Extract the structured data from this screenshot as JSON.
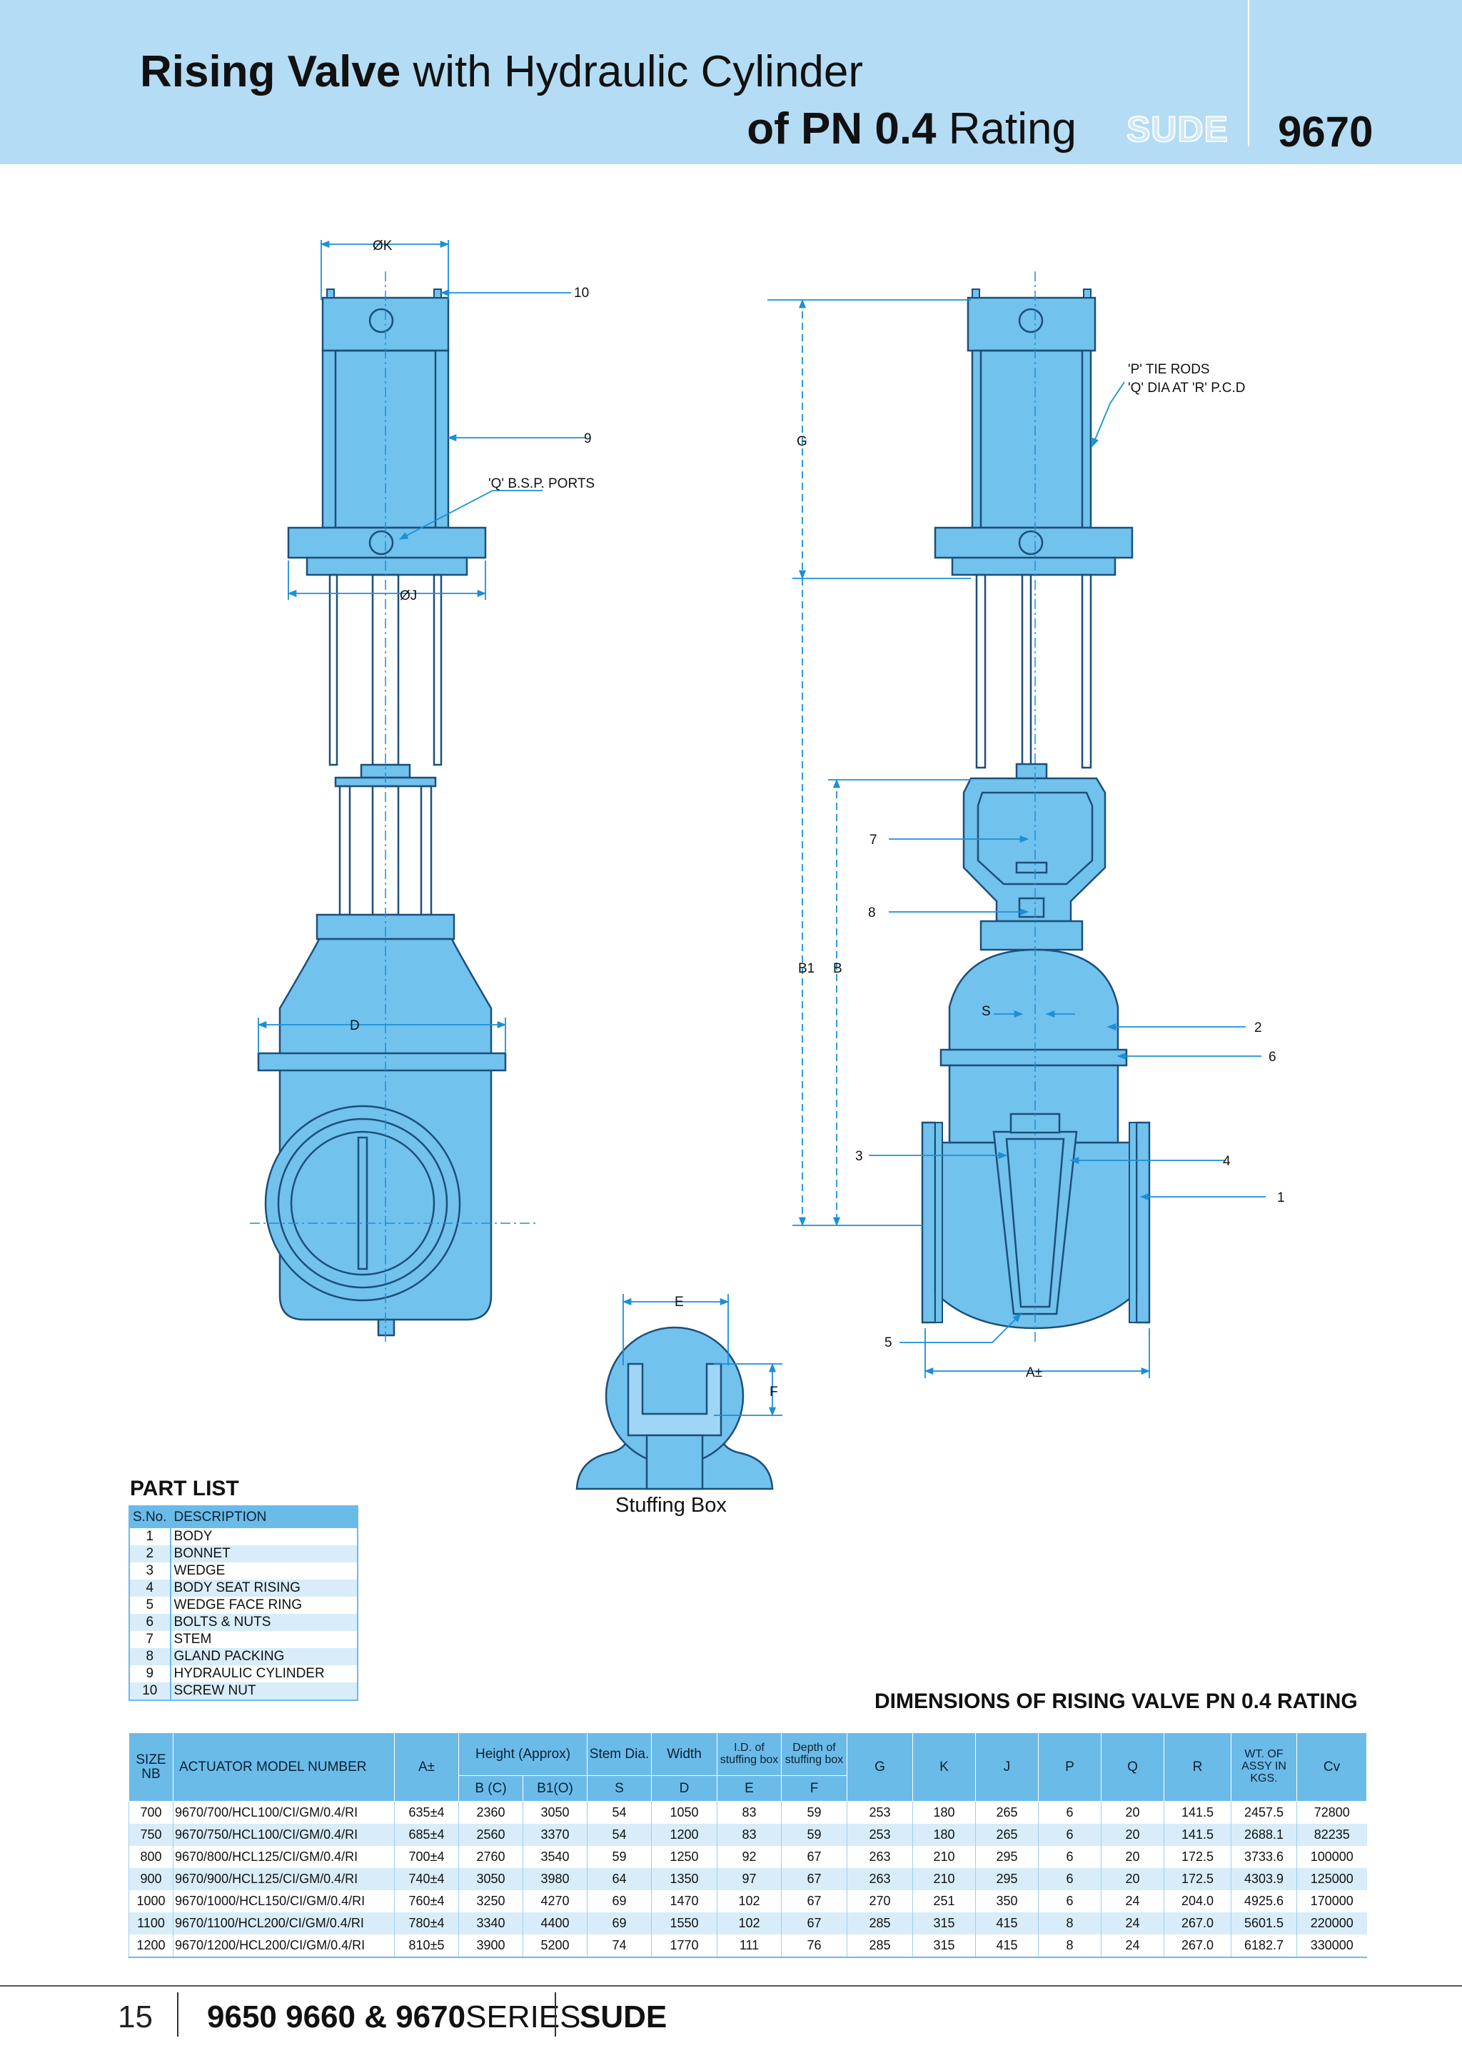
{
  "header": {
    "title_bold": "Rising Valve",
    "title_rest": " with Hydraulic Cylinder",
    "line2_bold": "of PN 0.4",
    "line2_rest": " Rating",
    "brand": "SUDE",
    "code": "9670"
  },
  "drawing": {
    "labels": {
      "phi_k": "ØK",
      "phi_j": "ØJ",
      "d": "D",
      "ports": "'Q' B.S.P. PORTS",
      "tie_rods_1": "'P' TIE RODS",
      "tie_rods_2": "'Q' DIA AT 'R' P.C.D",
      "g": "G",
      "b1": "B1",
      "b": "B",
      "s": "S",
      "a": "A±",
      "e": "E",
      "f": "F",
      "n1": "1",
      "n2": "2",
      "n3": "3",
      "n4": "4",
      "n5": "5",
      "n6": "6",
      "n7": "7",
      "n8": "8",
      "n9": "9",
      "n10": "10"
    },
    "stuffing_box_caption": "Stuffing Box",
    "body_color": "#72c2ee",
    "line_color": "#1c4f7a",
    "dim_color": "#1b8fd6"
  },
  "part_list": {
    "title": "PART LIST",
    "headers": [
      "S.No.",
      "DESCRIPTION"
    ],
    "rows": [
      [
        "1",
        "BODY"
      ],
      [
        "2",
        "BONNET"
      ],
      [
        "3",
        "WEDGE"
      ],
      [
        "4",
        "BODY SEAT RISING"
      ],
      [
        "5",
        "WEDGE FACE RING"
      ],
      [
        "6",
        "BOLTS & NUTS"
      ],
      [
        "7",
        "STEM"
      ],
      [
        "8",
        "GLAND PACKING"
      ],
      [
        "9",
        "HYDRAULIC CYLINDER"
      ],
      [
        "10",
        "SCREW NUT"
      ]
    ]
  },
  "dimensions": {
    "title": "DIMENSIONS OF RISING VALVE PN 0.4 RATING",
    "headers": {
      "size": "SIZE NB",
      "model": "ACTUATOR MODEL NUMBER",
      "a": "A±",
      "height": "Height (Approx)",
      "b": "B (C)",
      "b1": "B1(O)",
      "stem": "Stem Dia.",
      "s": "S",
      "width": "Width",
      "d": "D",
      "id": "I.D. of stuffing box",
      "e": "E",
      "depth": "Depth of stuffing box",
      "f": "F",
      "g": "G",
      "k": "K",
      "j": "J",
      "p": "P",
      "q": "Q",
      "r": "R",
      "wt": "WT. OF ASSY IN KGS.",
      "cv": "Cv"
    },
    "rows": [
      [
        "700",
        "9670/700/HCL100/CI/GM/0.4/RI",
        "635±4",
        "2360",
        "3050",
        "54",
        "1050",
        "83",
        "59",
        "253",
        "180",
        "265",
        "6",
        "20",
        "141.5",
        "2457.5",
        "72800"
      ],
      [
        "750",
        "9670/750/HCL100/CI/GM/0.4/RI",
        "685±4",
        "2560",
        "3370",
        "54",
        "1200",
        "83",
        "59",
        "253",
        "180",
        "265",
        "6",
        "20",
        "141.5",
        "2688.1",
        "82235"
      ],
      [
        "800",
        "9670/800/HCL125/CI/GM/0.4/RI",
        "700±4",
        "2760",
        "3540",
        "59",
        "1250",
        "92",
        "67",
        "263",
        "210",
        "295",
        "6",
        "20",
        "172.5",
        "3733.6",
        "100000"
      ],
      [
        "900",
        "9670/900/HCL125/CI/GM/0.4/RI",
        "740±4",
        "3050",
        "3980",
        "64",
        "1350",
        "97",
        "67",
        "263",
        "210",
        "295",
        "6",
        "20",
        "172.5",
        "4303.9",
        "125000"
      ],
      [
        "1000",
        "9670/1000/HCL150/CI/GM/0.4/RI",
        "760±4",
        "3250",
        "4270",
        "69",
        "1470",
        "102",
        "67",
        "270",
        "251",
        "350",
        "6",
        "24",
        "204.0",
        "4925.6",
        "170000"
      ],
      [
        "1100",
        "9670/1100/HCL200/CI/GM/0.4/RI",
        "780±4",
        "3340",
        "4400",
        "69",
        "1550",
        "102",
        "67",
        "285",
        "315",
        "415",
        "8",
        "24",
        "267.0",
        "5601.5",
        "220000"
      ],
      [
        "1200",
        "9670/1200/HCL200/CI/GM/0.4/RI",
        "810±5",
        "3900",
        "5200",
        "74",
        "1770",
        "111",
        "76",
        "285",
        "315",
        "415",
        "8",
        "24",
        "267.0",
        "6182.7",
        "330000"
      ]
    ]
  },
  "footer": {
    "page": "15",
    "series_bold": "9650 9660 & 9670",
    "series_rest": "SERIES",
    "brand": "SUDE"
  }
}
